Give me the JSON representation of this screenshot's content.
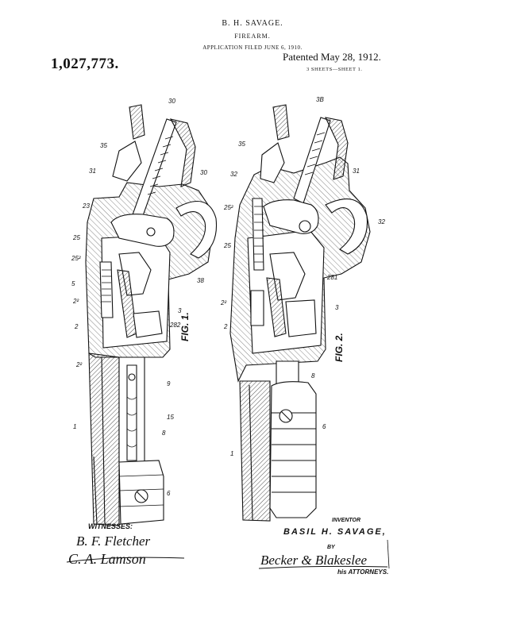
{
  "header": {
    "inventor": "B. H. SAVAGE.",
    "title": "FIREARM.",
    "application": "APPLICATION FILED JUNE 6, 1910.",
    "patent_number": "1,027,773.",
    "patented": "Patented May 28, 1912.",
    "sheets": "3 SHEETS—SHEET 1."
  },
  "figures": {
    "fig1": "FIG. 1.",
    "fig2": "FIG. 2."
  },
  "footer": {
    "witnesses_label": "WITNESSES:",
    "witness1": "B. F. Fletcher",
    "witness2": "C. A. Lamson",
    "inventor_label": "INVENTOR",
    "inventor_name": "BASIL H. SAVAGE,",
    "by_label": "BY",
    "attorney_signature": "Becker & Blakeslee",
    "attorneys_label": "his ATTORNEYS."
  }
}
